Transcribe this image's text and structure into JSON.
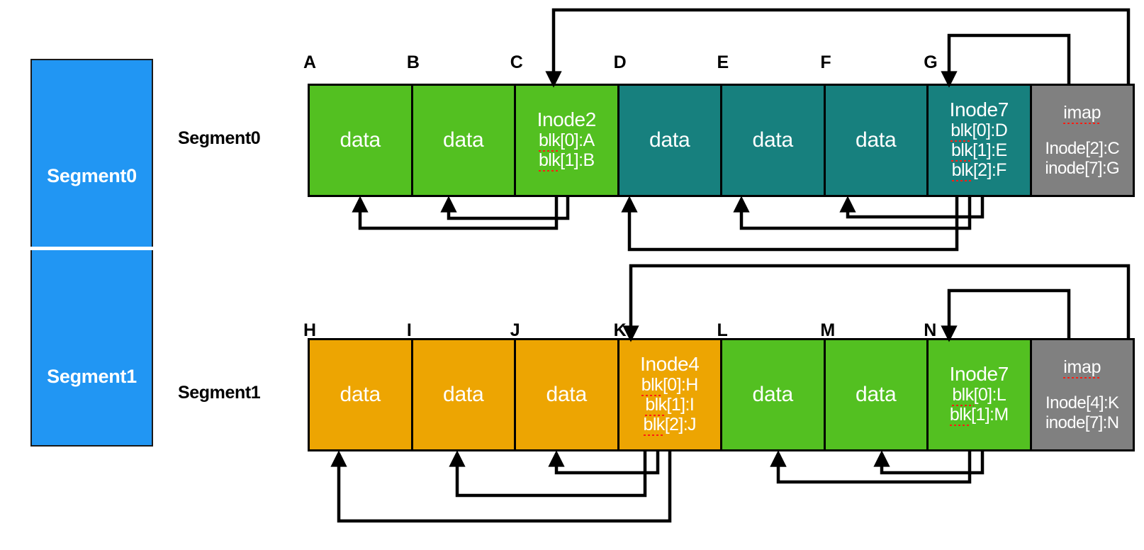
{
  "legend": {
    "items": [
      {
        "label": "Segment0",
        "color": "#2196f3"
      },
      {
        "label": "Segment1",
        "color": "#2196f3"
      }
    ]
  },
  "row_labels": {
    "segment0": "Segment0",
    "segment1": "Segment1"
  },
  "colors": {
    "green": "#53c021",
    "teal": "#17807e",
    "orange": "#eda502",
    "gray": "#808080",
    "blue": "#2196f3",
    "stroke": "#000000",
    "squiggle": "#ff1d12"
  },
  "segment0": {
    "letters": [
      "A",
      "B",
      "C",
      "D",
      "E",
      "F",
      "G"
    ],
    "cells": [
      {
        "kind": "data",
        "color": "green",
        "text": "data"
      },
      {
        "kind": "data",
        "color": "green",
        "text": "data"
      },
      {
        "kind": "inode",
        "color": "green",
        "title": "Inode2",
        "blocks": [
          {
            "tok": "blk",
            "rest": "[0]:A"
          },
          {
            "tok": "blk",
            "rest": "[1]:B"
          }
        ]
      },
      {
        "kind": "data",
        "color": "teal",
        "text": "data"
      },
      {
        "kind": "data",
        "color": "teal",
        "text": "data"
      },
      {
        "kind": "data",
        "color": "teal",
        "text": "data"
      },
      {
        "kind": "inode",
        "color": "teal",
        "title": "Inode7",
        "blocks": [
          {
            "tok": "blk",
            "rest": "[0]:D"
          },
          {
            "tok": "blk",
            "rest": "[1]:E"
          },
          {
            "tok": "blk",
            "rest": "[2]:F"
          }
        ]
      },
      {
        "kind": "imap",
        "color": "gray",
        "title": "imap",
        "entries": [
          "Inode[2]:C",
          "inode[7]:G"
        ]
      }
    ]
  },
  "segment1": {
    "letters": [
      "H",
      "I",
      "J",
      "K",
      "L",
      "M",
      "N"
    ],
    "cells": [
      {
        "kind": "data",
        "color": "orange",
        "text": "data"
      },
      {
        "kind": "data",
        "color": "orange",
        "text": "data"
      },
      {
        "kind": "data",
        "color": "orange",
        "text": "data"
      },
      {
        "kind": "inode",
        "color": "orange",
        "title": "Inode4",
        "blocks": [
          {
            "tok": "blk",
            "rest": "[0]:H"
          },
          {
            "tok": "blk",
            "rest": "[1]:I"
          },
          {
            "tok": "blk",
            "rest": "[2]:J"
          }
        ]
      },
      {
        "kind": "data",
        "color": "green",
        "text": "data"
      },
      {
        "kind": "data",
        "color": "green",
        "text": "data"
      },
      {
        "kind": "inode",
        "color": "green",
        "title": "Inode7",
        "blocks": [
          {
            "tok": "blk",
            "rest": "[0]:L"
          },
          {
            "tok": "blk",
            "rest": "[1]:M"
          }
        ]
      },
      {
        "kind": "imap",
        "color": "gray",
        "title": "imap",
        "entries": [
          "Inode[4]:K",
          "inode[7]:N"
        ]
      }
    ]
  },
  "pointers": {
    "segment0": [
      {
        "from": "Inode2.blk[0]",
        "to": "A"
      },
      {
        "from": "Inode2.blk[1]",
        "to": "B"
      },
      {
        "from": "Inode7.blk[0]",
        "to": "D"
      },
      {
        "from": "Inode7.blk[1]",
        "to": "E"
      },
      {
        "from": "Inode7.blk[2]",
        "to": "F"
      },
      {
        "from": "imap.Inode[2]",
        "to": "C"
      },
      {
        "from": "imap.inode[7]",
        "to": "G"
      }
    ],
    "segment1": [
      {
        "from": "Inode4.blk[0]",
        "to": "H"
      },
      {
        "from": "Inode4.blk[1]",
        "to": "I"
      },
      {
        "from": "Inode4.blk[2]",
        "to": "J"
      },
      {
        "from": "Inode7.blk[0]",
        "to": "L"
      },
      {
        "from": "Inode7.blk[1]",
        "to": "M"
      },
      {
        "from": "imap.Inode[4]",
        "to": "K"
      },
      {
        "from": "imap.inode[7]",
        "to": "N"
      }
    ]
  }
}
